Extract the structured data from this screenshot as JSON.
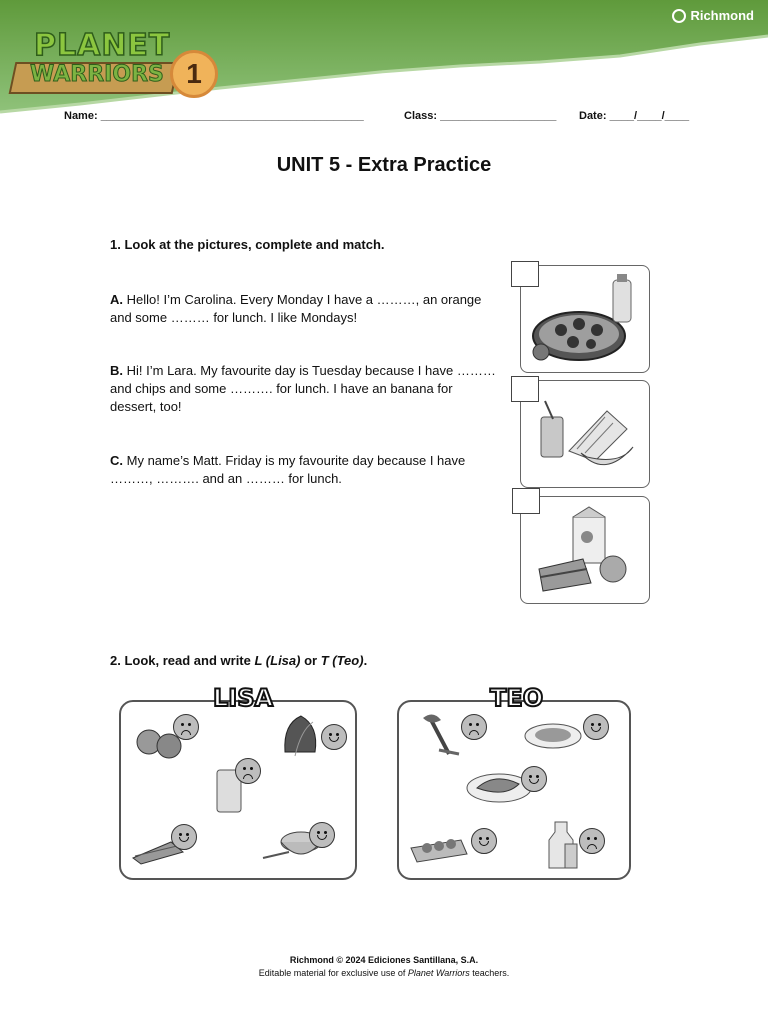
{
  "header": {
    "brand": "Richmond",
    "logo_line1": "PLANET",
    "logo_line2": "WARRIORS",
    "logo_level": "1"
  },
  "info": {
    "name_label": "Name:",
    "name_line": "___________________________________________",
    "class_label": "Class:",
    "class_line": "___________________",
    "date_label": "Date:",
    "date_line": "____/____/____"
  },
  "title": "UNIT 5 - Extra Practice",
  "exercise1": {
    "heading": "1. Look at the pictures, complete and match.",
    "items": [
      {
        "letter": "A.",
        "text": "Hello! I’m Carolina. Every Monday I have a ………, an orange and some ……… for lunch. I like Mondays!"
      },
      {
        "letter": "B.",
        "text": "Hi! I’m Lara. My favourite day is Tuesday because I have ……… and chips and some ………. for lunch. I have an banana for dessert, too!"
      },
      {
        "letter": "C.",
        "text": "My name’s Matt. Friday is my favourite day because I have ………, ………. and an ……… for lunch."
      }
    ]
  },
  "exercise2": {
    "heading_prefix": "2. Look, read and write ",
    "heading_l": "L (Lisa)",
    "heading_mid": " or ",
    "heading_t": "T (Teo)",
    "heading_end": ".",
    "panels": [
      {
        "name": "LISA",
        "items": [
          {
            "food": "tomatoes",
            "mood": "sad"
          },
          {
            "food": "spinach",
            "mood": "happy"
          },
          {
            "food": "juice",
            "mood": "sad"
          },
          {
            "food": "sandwich",
            "mood": "happy"
          },
          {
            "food": "cereal",
            "mood": "happy"
          }
        ]
      },
      {
        "name": "TEO",
        "items": [
          {
            "food": "celery",
            "mood": "sad"
          },
          {
            "food": "pasta",
            "mood": "happy"
          },
          {
            "food": "chicken",
            "mood": "happy"
          },
          {
            "food": "eggs",
            "mood": "happy"
          },
          {
            "food": "milk",
            "mood": "sad"
          }
        ]
      }
    ]
  },
  "footer": {
    "line1": "Richmond © 2024 Ediciones Santillana, S.A.",
    "line2_pre": "Editable material for exclusive use of ",
    "line2_em": "Planet Warriors",
    "line2_post": " teachers."
  }
}
